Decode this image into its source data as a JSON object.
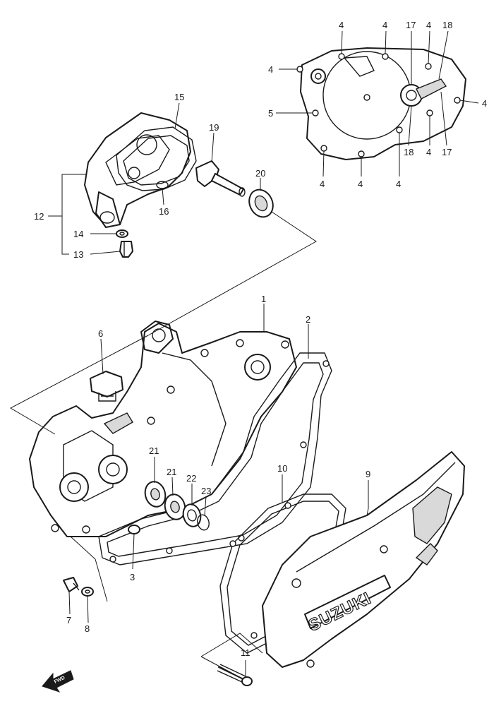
{
  "callouts": [
    {
      "id": "c1",
      "label": "1"
    },
    {
      "id": "c2",
      "label": "2"
    },
    {
      "id": "c3",
      "label": "3"
    },
    {
      "id": "c4a",
      "label": "4"
    },
    {
      "id": "c4b",
      "label": "4"
    },
    {
      "id": "c4c",
      "label": "4"
    },
    {
      "id": "c4d",
      "label": "4"
    },
    {
      "id": "c4e",
      "label": "4"
    },
    {
      "id": "c4f",
      "label": "4"
    },
    {
      "id": "c4g",
      "label": "4"
    },
    {
      "id": "c4h",
      "label": "4"
    },
    {
      "id": "c4i",
      "label": "4"
    },
    {
      "id": "c5",
      "label": "5"
    },
    {
      "id": "c6",
      "label": "6"
    },
    {
      "id": "c7",
      "label": "7"
    },
    {
      "id": "c8",
      "label": "8"
    },
    {
      "id": "c9",
      "label": "9"
    },
    {
      "id": "c10",
      "label": "10"
    },
    {
      "id": "c11",
      "label": "11"
    },
    {
      "id": "c12",
      "label": "12"
    },
    {
      "id": "c13",
      "label": "13"
    },
    {
      "id": "c14",
      "label": "14"
    },
    {
      "id": "c15",
      "label": "15"
    },
    {
      "id": "c16",
      "label": "16"
    },
    {
      "id": "c17a",
      "label": "17"
    },
    {
      "id": "c17b",
      "label": "17"
    },
    {
      "id": "c18a",
      "label": "18"
    },
    {
      "id": "c18b",
      "label": "18"
    },
    {
      "id": "c19",
      "label": "19"
    },
    {
      "id": "c20",
      "label": "20"
    },
    {
      "id": "c21a",
      "label": "21"
    },
    {
      "id": "c21b",
      "label": "21"
    },
    {
      "id": "c22",
      "label": "22"
    },
    {
      "id": "c23",
      "label": "23"
    }
  ],
  "cover_logo": "SUZUKI",
  "fwd_label": "FWD"
}
